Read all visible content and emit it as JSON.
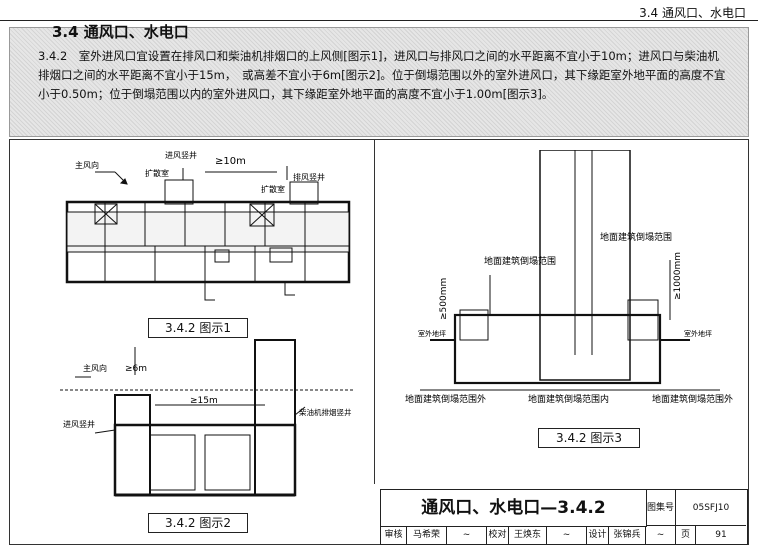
{
  "header": {
    "chapter": "3.4  通风口、水电口"
  },
  "section": {
    "title": "3.4  通风口、水电口",
    "body": "3.4.2　室外进风口宜设置在排风口和柴油机排烟口的上风侧[图示1]，进风口与排风口之间的水平距离不宜小于10m；进风口与柴油机排烟口之间的水平距离不宜小于15m，　或高差不宜小于6m[图示2]。位于倒塌范围以外的室外进风口，其下缘距室外地平面的高度不宜小于0.50m；位于倒塌范围以内的室外进风口，其下缘距室外地平面的高度不宜小于1.00m[图示3]。"
  },
  "figure1": {
    "caption": "3.4.2  图示1",
    "labels": {
      "main_wind": "主风向",
      "intake_shaft": "进风竖井",
      "diffuser_left": "扩散室",
      "dist": "≥10m",
      "diffuser_right": "扩散室",
      "exhaust_shaft": "排风竖井"
    }
  },
  "figure2": {
    "caption": "3.4.2  图示2",
    "labels": {
      "main_wind": "主风向",
      "height": "≥6m",
      "dist": "≥15m",
      "intake_shaft": "进风竖井",
      "diesel_shaft": "柴油机排烟竖井"
    }
  },
  "figure3": {
    "caption": "3.4.2  图示3",
    "labels": {
      "collapse_zone_right": "地面建筑倒塌范围",
      "collapse_zone_left": "地面建筑倒塌范围",
      "h_500": "≥500mm",
      "h_1000": "≥1000mm",
      "ground_left": "室外地坪",
      "ground_right": "室外地坪",
      "outside_left": "地面建筑倒塌范围外",
      "inside": "地面建筑倒塌范围内",
      "outside_right": "地面建筑倒塌范围外"
    }
  },
  "title_block": {
    "title": "通风口、水电口—3.4.2",
    "set_label": "图集号",
    "set_no": "05SFJ10",
    "review": "审核",
    "reviewer": "马希荣",
    "check": "校对",
    "checker": "王焕东",
    "design": "设计",
    "designer": "张锦兵",
    "page_label": "页",
    "page_no": "91"
  }
}
